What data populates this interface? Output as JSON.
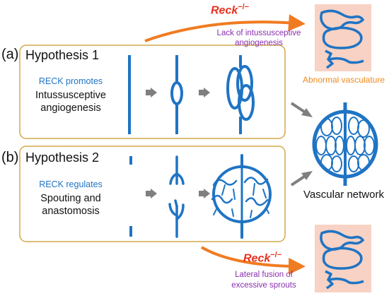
{
  "panel_a": {
    "letter": "(a)",
    "title": "Hypothesis 1",
    "line1": "RECK promotes",
    "line2": "Intussusceptive",
    "line3": "angiogenesis"
  },
  "panel_b": {
    "letter": "(b)",
    "title": "Hypothesis 2",
    "line1": "RECK regulates",
    "line2": "Spouting and",
    "line3": "anastomosis"
  },
  "top_branch": {
    "gene": "Reck",
    "genotype": "−/−",
    "caption_line1": "Lack of intussusceptive",
    "caption_line2": "angiogenesis",
    "outcome": "Abnormal vasculature"
  },
  "bottom_branch": {
    "gene": "Reck",
    "genotype": "−/−",
    "caption_line1": "Lateral fusion of",
    "caption_line2": "excessive sprouts"
  },
  "result": {
    "label": "Vascular network"
  },
  "colors": {
    "vessel": "#1f74c4",
    "panel_border": "#d4a94a",
    "knockout_arrow": "#f07c22",
    "progress_arrow": "#7f7f7f",
    "abnormal_bg": "#f8d2c4"
  }
}
